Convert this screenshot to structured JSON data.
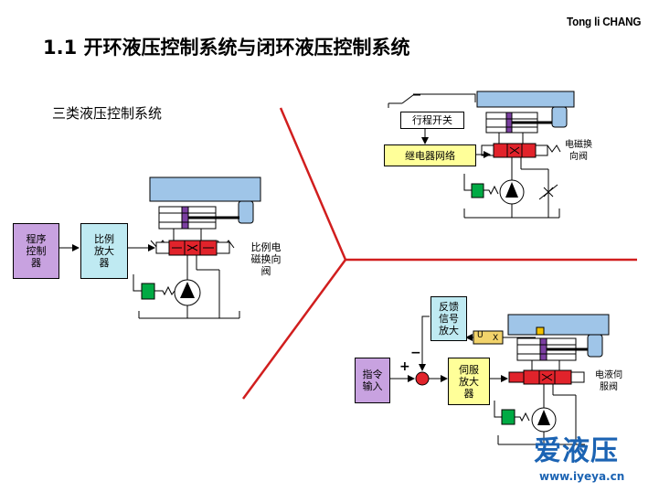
{
  "title": "1.1 开环液压控制系统与闭环液压控制系统",
  "logo": "Tong li CHANG",
  "subtitle": "三类液压控制系统",
  "colors": {
    "divider": "#d11e1e",
    "cylinder": "#9fc5e8",
    "valve_red": "#e1232b",
    "pump_green": "#00aa44",
    "program_box": "#c8a2e0",
    "amplifier_box": "#bfeaf2",
    "relay_box": "#ffff99",
    "command_box": "#c8a2e0",
    "servo_amp_box": "#ffff99"
  },
  "left_system": {
    "program_controller": "程序\n控制\n器",
    "proportional_amplifier": "比例\n放大\n器",
    "valve_label": "比例电\n磁换向\n阀"
  },
  "top_right_system": {
    "limit_switch": "行程开关",
    "relay_network": "继电器网络",
    "valve_label": "电磁换\n向阀"
  },
  "bottom_right_system": {
    "feedback_amplifier": "反馈\n信号\n放大",
    "command_input": "指令\n输入",
    "servo_amplifier": "伺服\n放大\n器",
    "valve_label": "电液伺\n服阀",
    "plus_sign": "+",
    "minus_sign": "−",
    "transducer_u": "U",
    "transducer_x": "X"
  },
  "watermark": {
    "text": "爱液压",
    "url": "www.iyeya.cn"
  }
}
